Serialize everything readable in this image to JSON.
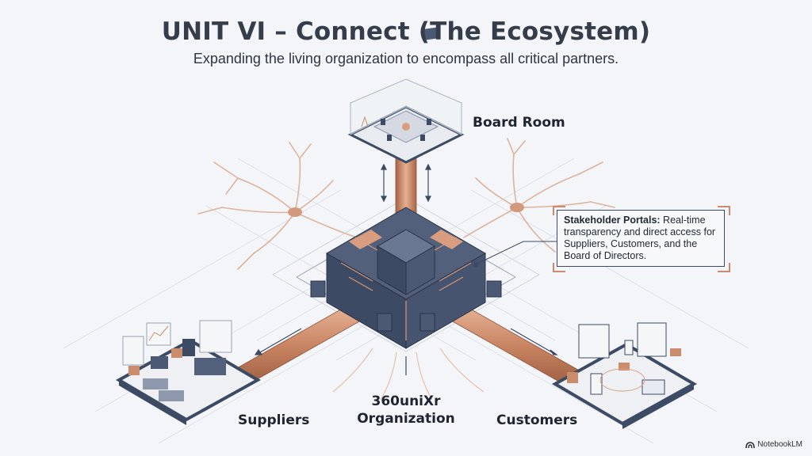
{
  "header": {
    "title": "UNIT VI – Connect (The Ecosystem)",
    "subtitle": "Expanding the living organization to encompass all critical partners."
  },
  "nodes": {
    "board_room": "Board Room",
    "suppliers": "Suppliers",
    "core_line1": "360uniXr",
    "core_line2": "Organization",
    "customers": "Customers"
  },
  "callout": {
    "heading": "Stakeholder Portals:",
    "body": " Real-time transparency and direct access for Suppliers, Customers, and the Board of Directors."
  },
  "brand": {
    "icon": "notebooklm-icon",
    "label": "NotebookLM"
  },
  "colors": {
    "background": "#f3f5f8",
    "navy": "#3d4a63",
    "copper": "#c98c6c",
    "text": "#363d4a"
  }
}
